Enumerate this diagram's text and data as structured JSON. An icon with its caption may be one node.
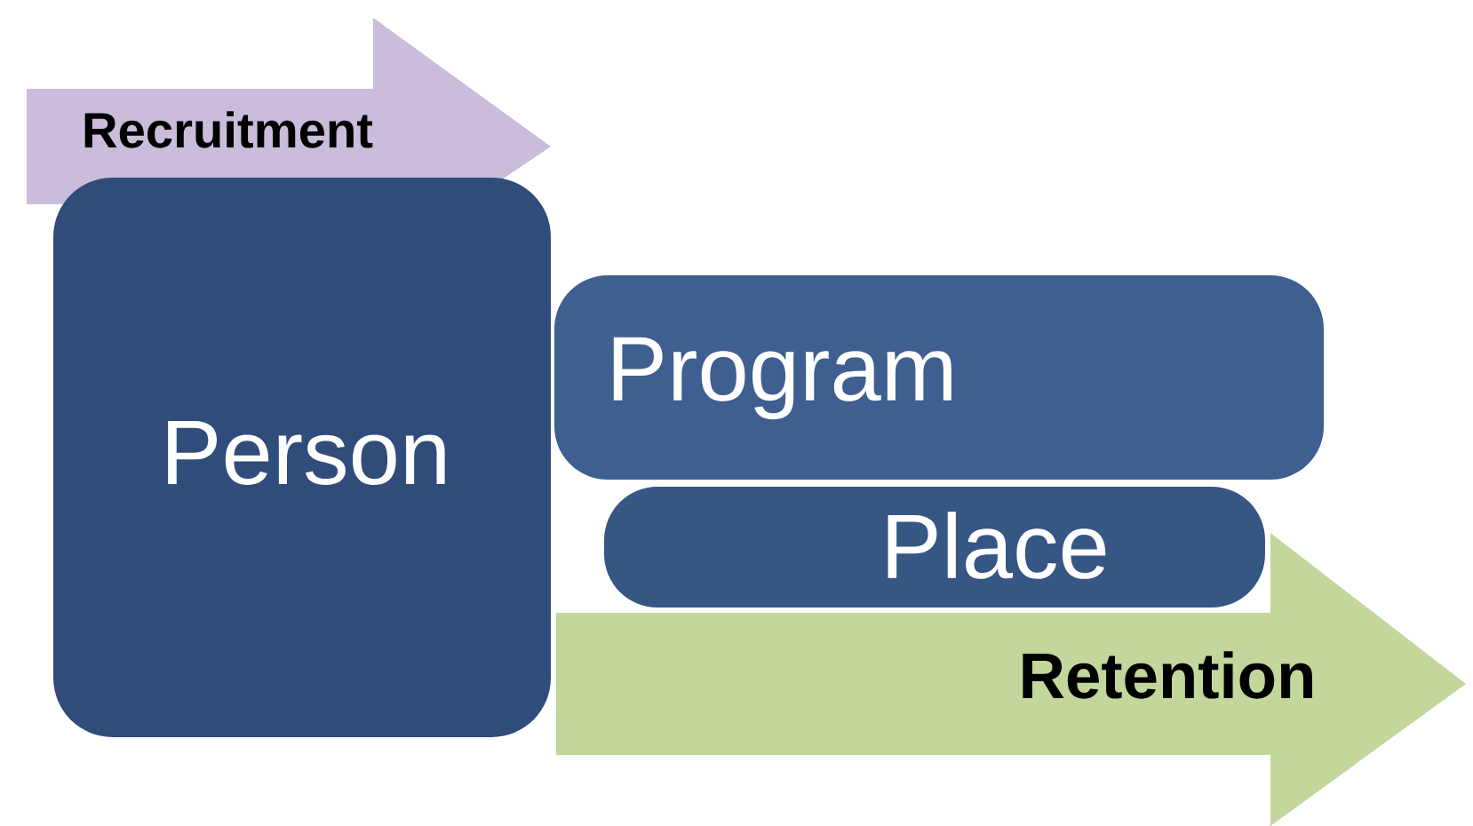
{
  "diagram": {
    "nodes": [
      {
        "text": [
          "Recruitment"
        ]
      },
      {
        "text": [
          "Program"
        ]
      },
      {
        "text": [
          "Place"
        ]
      },
      {
        "text": [
          "Person"
        ]
      },
      {
        "text": [
          "Retention"
        ]
      }
    ]
  }
}
